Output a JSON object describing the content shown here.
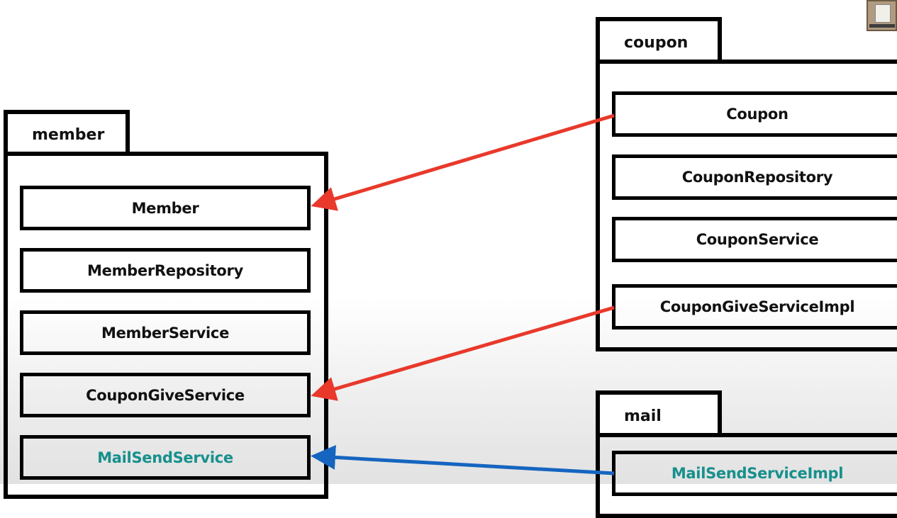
{
  "packages": {
    "member": {
      "name": "member",
      "classes": [
        "Member",
        "MemberRepository",
        "MemberService",
        "CouponGiveService",
        "MailSendService"
      ]
    },
    "coupon": {
      "name": "coupon",
      "classes": [
        "Coupon",
        "CouponRepository",
        "CouponService",
        "CouponGiveServiceImpl"
      ]
    },
    "mail": {
      "name": "mail",
      "classes": [
        "MailSendServiceImpl"
      ]
    }
  },
  "colors": {
    "arrow_red": "#e8392b",
    "arrow_blue": "#1565c0",
    "teal_text": "#17908c"
  },
  "webcam_thumbnail": "presenter-thumbnail"
}
